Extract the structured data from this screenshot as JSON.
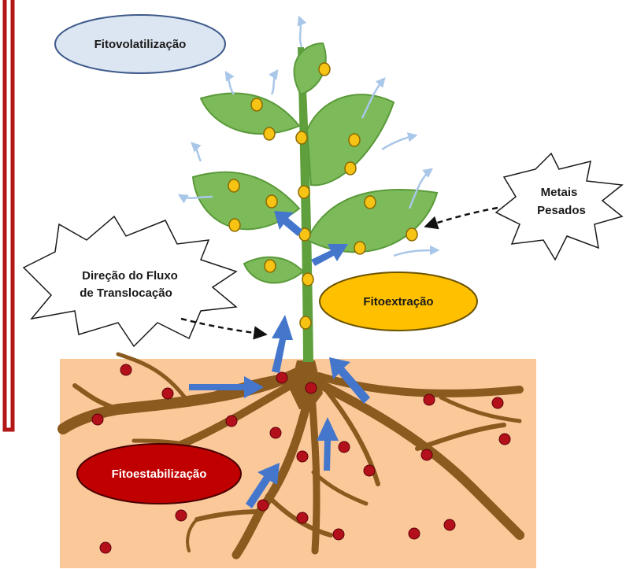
{
  "labels": {
    "fitovolatilizacao": "Fitovolatilização",
    "direcao_line1": "Direção do Fluxo",
    "direcao_line2": "de Translocação",
    "metais_line1": "Metais",
    "metais_line2": "Pesados",
    "fitoextracao": "Fitoextração",
    "fitoestabilizacao": "Fitoestabilização"
  },
  "colors": {
    "soil": "#fbc89a",
    "root": "#8a5a1e",
    "stem": "#5fa03c",
    "leaf": "#7dba5a",
    "metal_particle_plant": "#f7c315",
    "metal_particle_soil": "#b3101c",
    "flow_arrow": "#4477cc",
    "vapor_arrow": "#a9c7e8",
    "volatilization_ellipse": "#dce6f2",
    "extraction_ellipse": "#ffc000",
    "stabilization_ellipse": "#c00000",
    "frame": "#b31616"
  }
}
